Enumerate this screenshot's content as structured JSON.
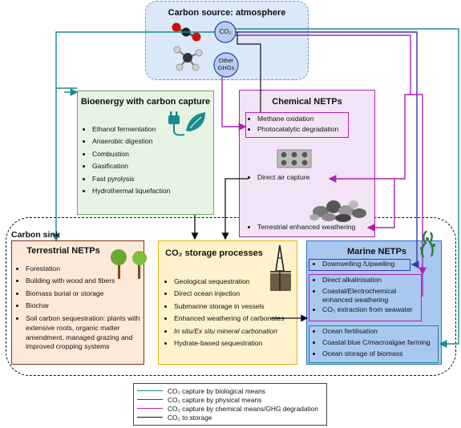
{
  "carbon_source": {
    "title": "Carbon source: atmosphere",
    "co2": "CO₂",
    "other_ghgs": [
      "Other",
      "GHGs"
    ]
  },
  "bioenergy": {
    "title": "Bioenergy with carbon capture",
    "items": [
      "Ethanol fermentation",
      "Anaerobic digestion",
      "Combustion",
      "Gasification",
      "Fast pyrolysis",
      "Hydrothermal liquefaction"
    ]
  },
  "chemical": {
    "title": "Chemical NETPs",
    "items_ghg": [
      "Methane oxidation",
      "Photocatalytic degradation"
    ],
    "dac": "Direct air capture",
    "weathering": "Terrestrial enhanced weathering"
  },
  "carbon_sink": {
    "title": "Carbon sink"
  },
  "terrestrial": {
    "title": "Terrestrial NETPs",
    "items": [
      "Forestation",
      "Building with wood and fibers",
      "Biomass burial or storage",
      "Biochar",
      "Soil carbon sequestration:  plants with extensive roots, organic matter amendment, managed grazing and improved cropping systems"
    ]
  },
  "storage": {
    "title": "CO₂ storage processes",
    "items": [
      "Geological sequestration",
      "Direct ocean injection",
      "Submarine storage in vessels",
      "Enhanced weathering of carbonates",
      "In situ/Ex situ mineral carbonation",
      "Hydrate-based sequestration"
    ]
  },
  "marine": {
    "title": "Marine NETPs",
    "physical": [
      "Downwelling /Upwelling"
    ],
    "chemical": [
      "Direct alkalinisation",
      "Coastal/Electrochemical enhanced weathering",
      "CO₂ extraction from seawater"
    ],
    "biological": [
      "Ocean fertilisation",
      "Coastal blue C/macroalgae farming",
      "Ocean storage of biomass"
    ]
  },
  "legend": [
    {
      "label": "CO₂ capture by biological means",
      "color": "#1a8a8a"
    },
    {
      "label": "CO₂ capture by physical means",
      "color": "#3a3aa8"
    },
    {
      "label": "CO₂ capture by chemical means/GHG degradation",
      "color": "#b020b0"
    },
    {
      "label": "CO₂ to storage",
      "color": "#111111"
    }
  ],
  "colors": {
    "atmosphere_fill": "#dbe8f8",
    "atmosphere_border": "#5b9bd5",
    "bioenergy_fill": "#e6f4e4",
    "bioenergy_border": "#70ad47",
    "chemical_fill": "#f3e3f6",
    "chemical_border": "#b020b0",
    "terrestrial_fill": "#fde9d9",
    "terrestrial_border": "#8b2d0e",
    "storage_fill": "#fff2cc",
    "storage_border": "#e6b400",
    "marine_fill": "#a9c8f0",
    "marine_border": "#2f6fd0"
  }
}
